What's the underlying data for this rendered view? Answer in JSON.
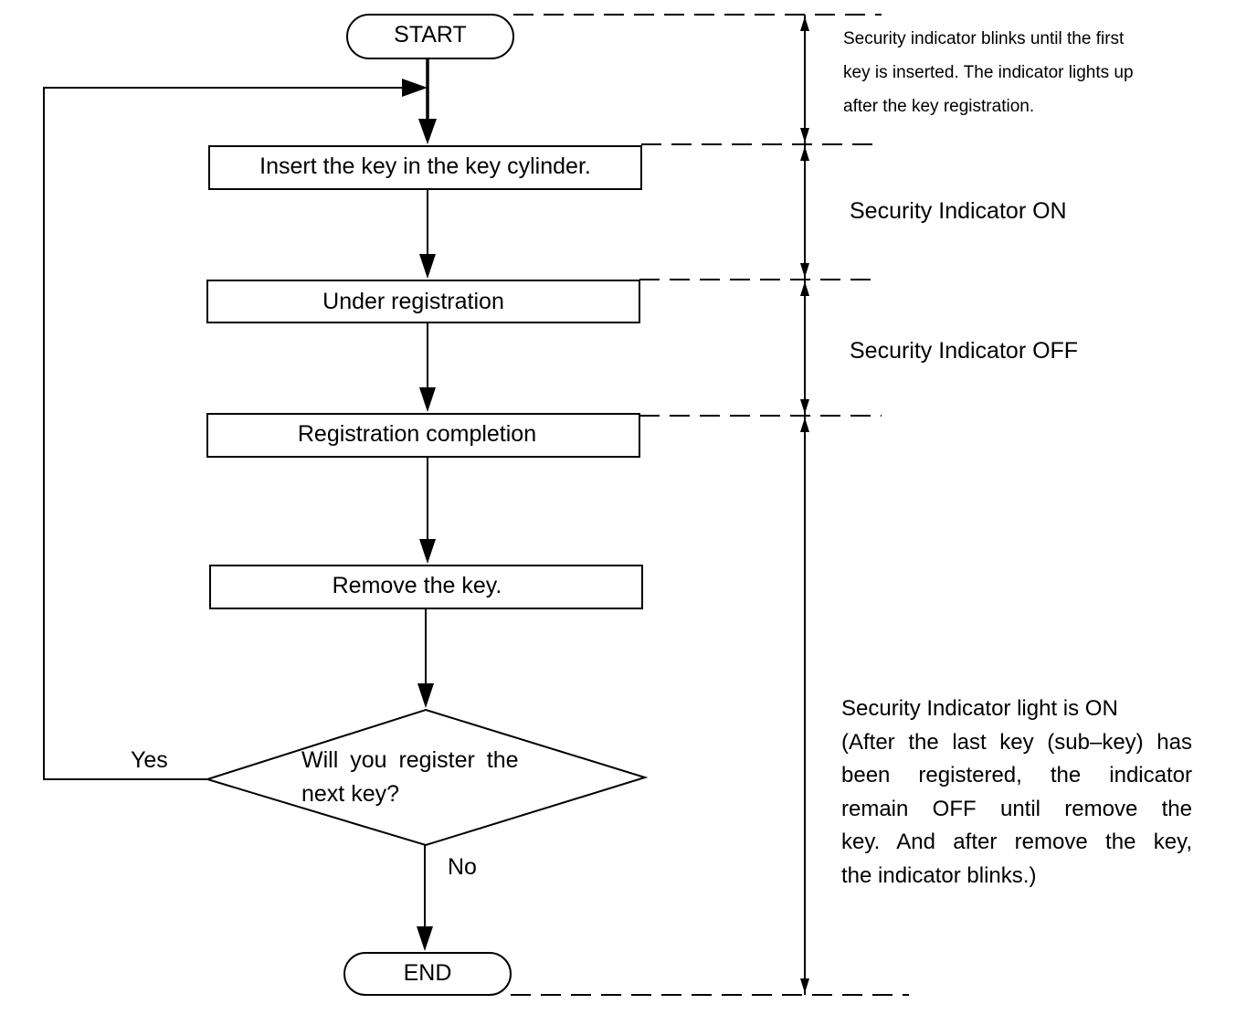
{
  "flow": {
    "start": "START",
    "step_insert": "Insert the key in the key cylinder.",
    "step_under": "Under registration",
    "step_complete": "Registration completion",
    "step_remove": "Remove the key.",
    "decision_line1": "Will you register the",
    "decision_line2": "next key?",
    "yes": "Yes",
    "no": "No",
    "end": "END"
  },
  "indicator": {
    "phase1_line1": "Security indicator blinks until the first",
    "phase1_line2": "key is inserted. The indicator lights up",
    "phase1_line3": "after the key registration.",
    "phase2": "Security Indicator ON",
    "phase3": "Security Indicator OFF",
    "phase4_lines": [
      "Security Indicator light is ON",
      "(After the last key (sub–key) has",
      "been registered, the indicator",
      "remain OFF until remove the",
      "key. And after remove the key,",
      "the indicator blinks.)"
    ]
  }
}
